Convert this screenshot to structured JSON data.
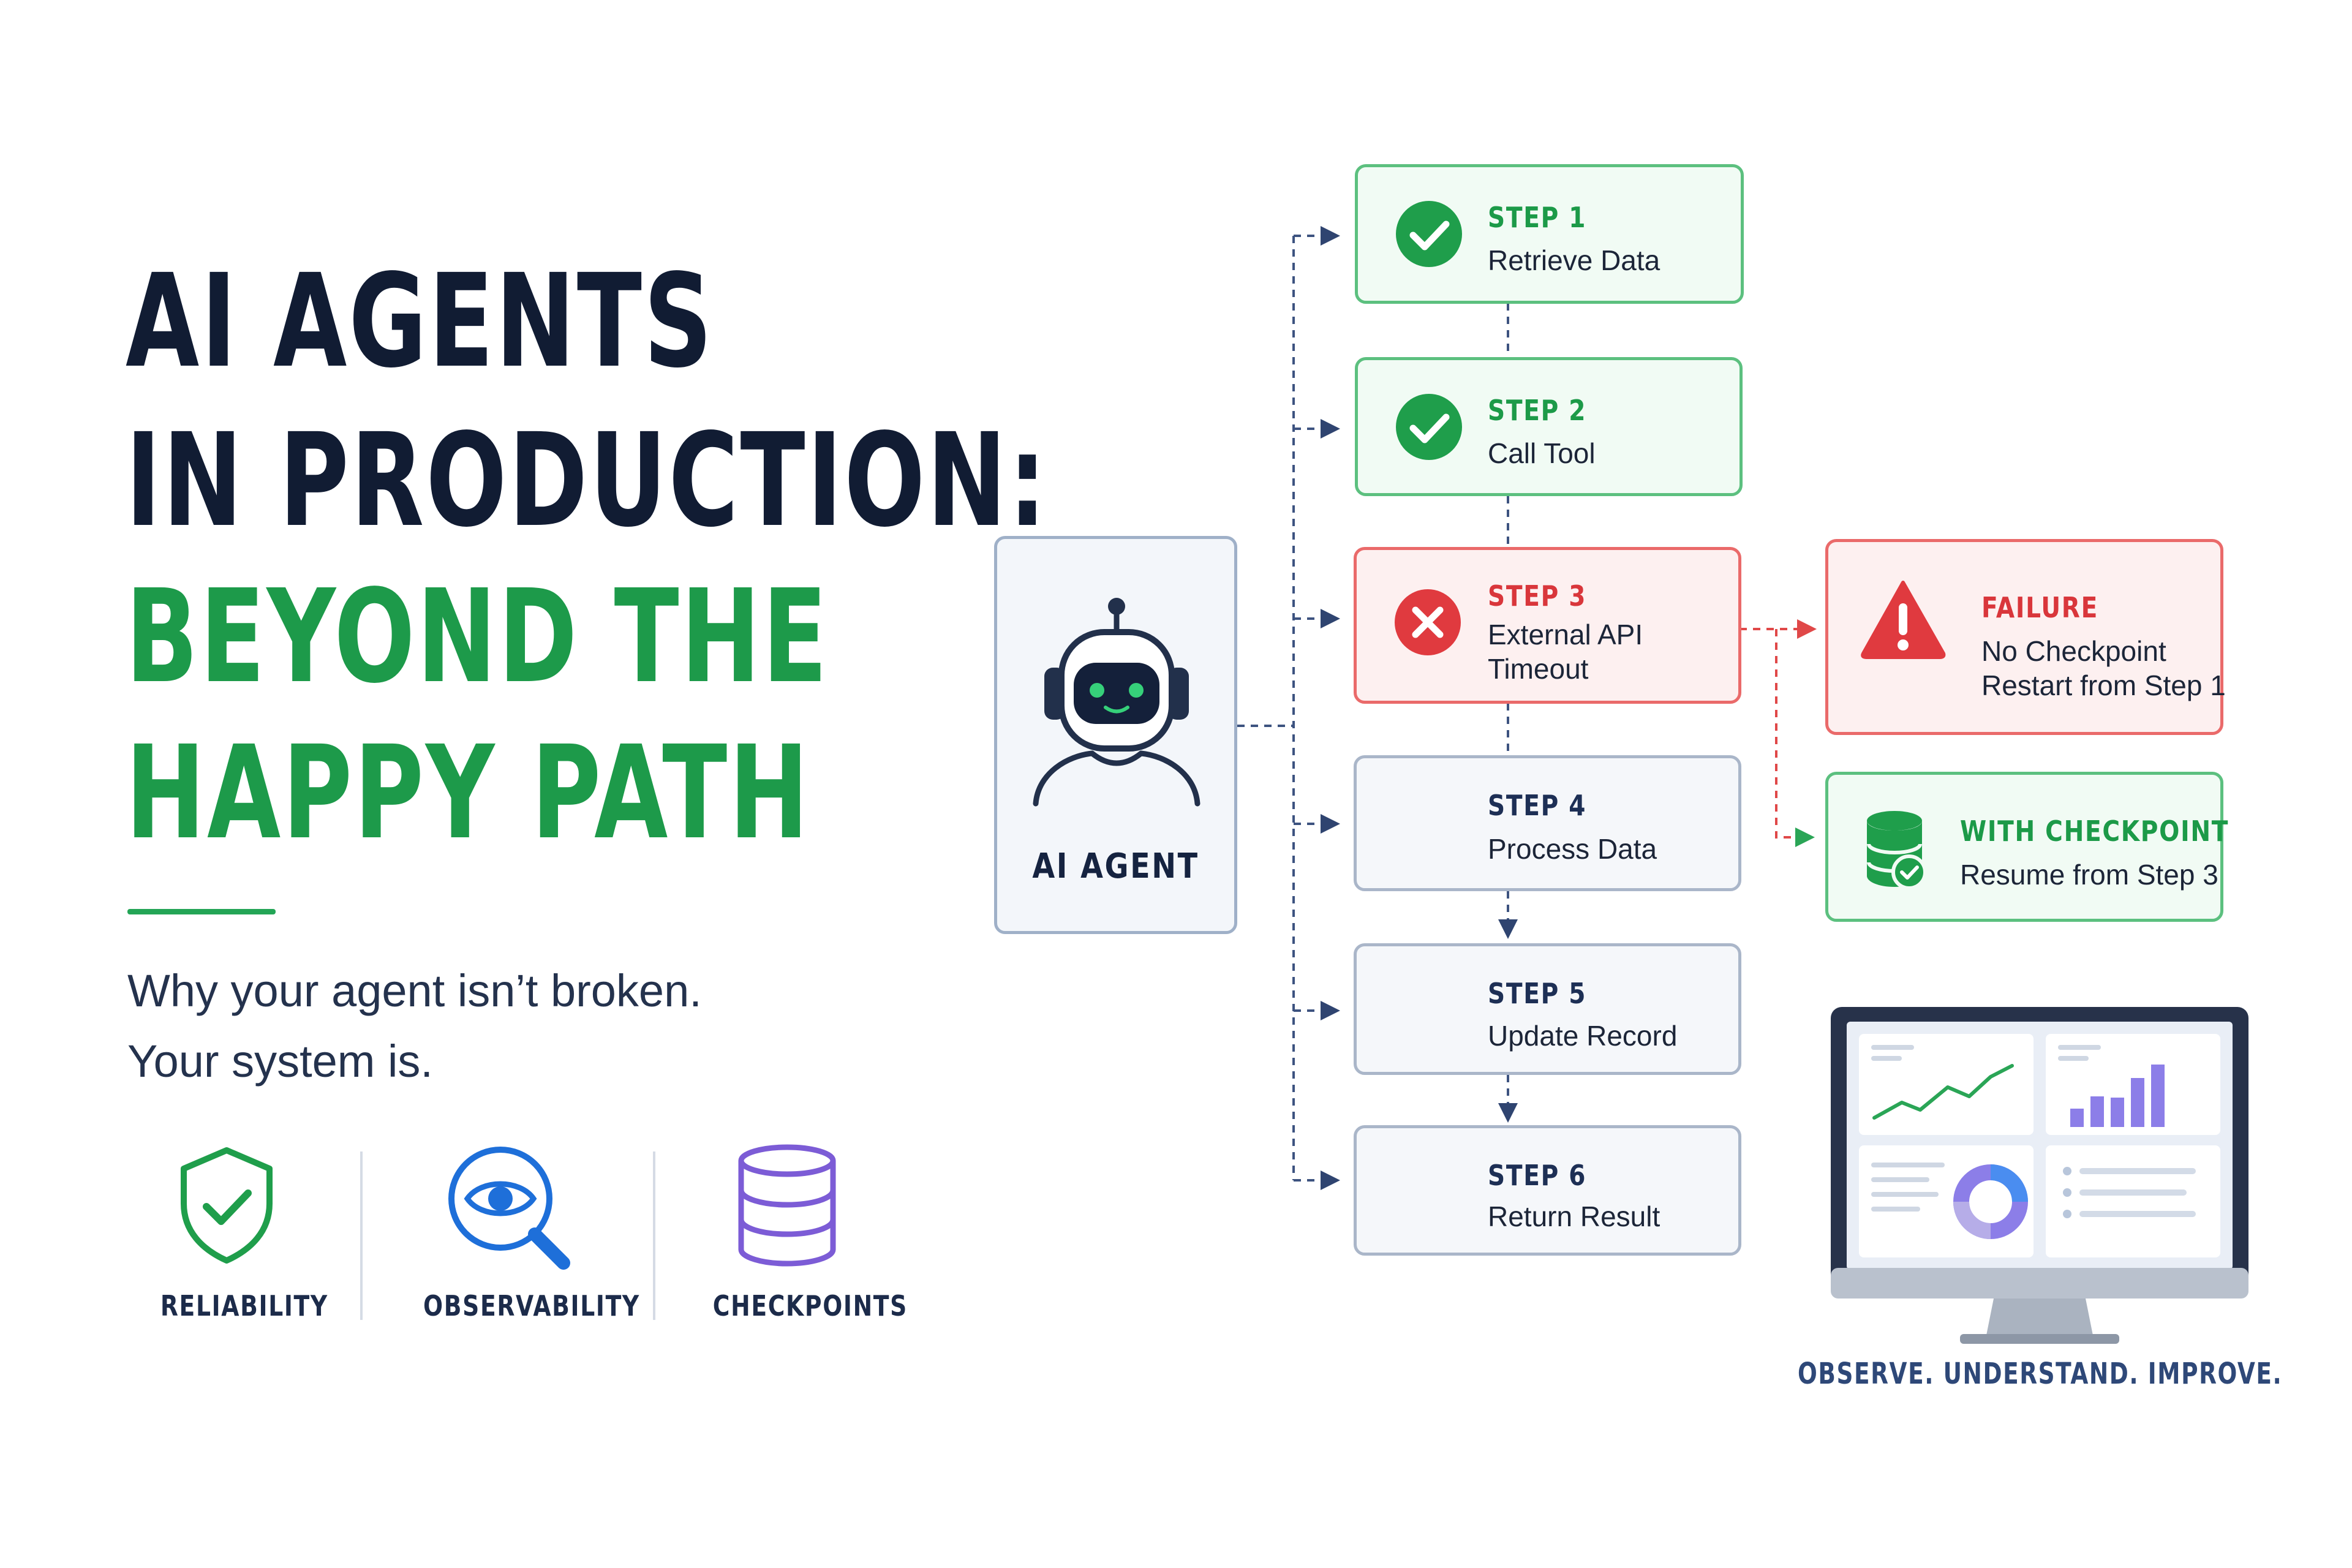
{
  "title": {
    "line1": "AI AGENTS",
    "line2": "IN PRODUCTION:",
    "line3": "BEYOND THE",
    "line4": "HAPPY PATH"
  },
  "subtitle": {
    "line1": "Why your agent isn’t broken.",
    "line2": "Your system is."
  },
  "features": [
    {
      "label": "RELIABILITY",
      "icon": "shield-check-icon"
    },
    {
      "label": "OBSERVABILITY",
      "icon": "eye-magnifier-icon"
    },
    {
      "label": "CHECKPOINTS",
      "icon": "database-icon"
    }
  ],
  "agent": {
    "label": "AI AGENT",
    "icon": "robot-icon"
  },
  "steps": [
    {
      "title": "STEP 1",
      "desc": "Retrieve Data",
      "status": "success"
    },
    {
      "title": "STEP 2",
      "desc": "Call Tool",
      "status": "success"
    },
    {
      "title": "STEP 3",
      "desc": "External API",
      "desc2": "Timeout",
      "status": "failed"
    },
    {
      "title": "STEP 4",
      "desc": "Process Data",
      "status": "pending"
    },
    {
      "title": "STEP 5",
      "desc": "Update Record",
      "status": "pending"
    },
    {
      "title": "STEP 6",
      "desc": "Return Result",
      "status": "pending"
    }
  ],
  "outcomes": {
    "failure": {
      "title": "FAILURE",
      "line1": "No Checkpoint",
      "line2": "Restart from Step 1"
    },
    "checkpoint": {
      "title": "WITH CHECKPOINT",
      "line1": "Resume from Step 3"
    }
  },
  "footer": "OBSERVE. UNDERSTAND. IMPROVE.",
  "colors": {
    "navy": "#111c33",
    "green": "#1d9a4a",
    "red": "#d9363b",
    "purple": "#7c5cd6",
    "blue": "#1e6fd9"
  }
}
